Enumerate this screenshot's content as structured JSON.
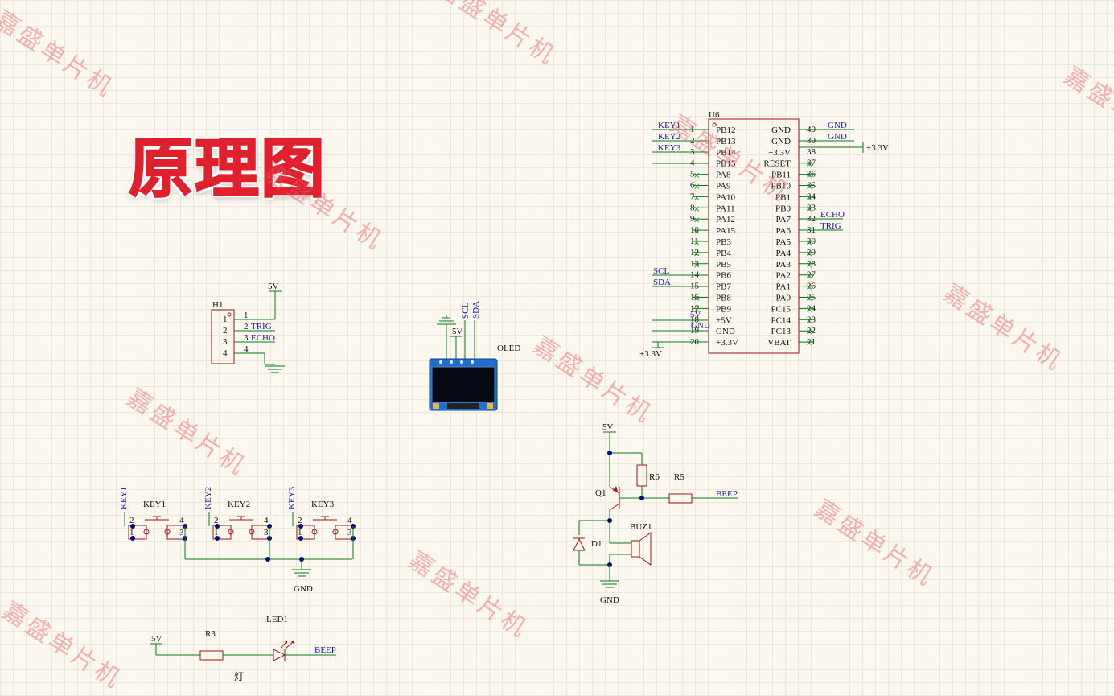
{
  "title": "原理图",
  "watermark": "嘉盛单片机",
  "colors": {
    "title": "#e0202c",
    "wire": "#0a7a1a",
    "body": "#9a1818",
    "net": "#1a1aa8",
    "junction": "#0a0a7a",
    "oled_frame": "#1f6fd1"
  },
  "u6": {
    "designator": "U6",
    "left_nums": [
      "1",
      "2",
      "3",
      "4",
      "5",
      "6",
      "7",
      "8",
      "9",
      "10",
      "11",
      "12",
      "13",
      "14",
      "15",
      "16",
      "17",
      "18",
      "19",
      "20"
    ],
    "left_names": [
      "PB12",
      "PB13",
      "PB14",
      "PB15",
      "PA8",
      "PA9",
      "PA10",
      "PA11",
      "PA12",
      "PA15",
      "PB3",
      "PB4",
      "PB5",
      "PB6",
      "PB7",
      "PB8",
      "PB9",
      "+5V",
      "GND",
      "+3.3V"
    ],
    "right_nums": [
      "40",
      "39",
      "38",
      "37",
      "36",
      "35",
      "34",
      "33",
      "32",
      "31",
      "30",
      "29",
      "28",
      "27",
      "26",
      "25",
      "24",
      "23",
      "22",
      "21"
    ],
    "right_names": [
      "GND",
      "GND",
      "+3.3V",
      "RESET",
      "PB11",
      "PB10",
      "PB1",
      "PB0",
      "PA7",
      "PA6",
      "PA5",
      "PA4",
      "PA3",
      "PA2",
      "PA1",
      "PA0",
      "PC15",
      "PC14",
      "PC13",
      "VBAT"
    ],
    "left_nets": [
      "KEY1",
      "KEY2",
      "KEY3",
      "SCL",
      "SDA",
      "5V",
      "GND"
    ],
    "right_nets": [
      "GND",
      "GND",
      "+3.3V",
      "ECHO",
      "TRIG"
    ],
    "bottom_net": "+3.3V"
  },
  "h1": {
    "designator": "H1",
    "pins": [
      "1",
      "2",
      "3",
      "4"
    ],
    "pin_nums": [
      "1",
      "2",
      "3",
      "4"
    ],
    "nets": [
      "TRIG",
      "ECHO"
    ],
    "power": "5V"
  },
  "oled": {
    "label": "OLED",
    "nets": [
      "5V",
      "SCL",
      "SDA"
    ]
  },
  "keys": [
    {
      "net": "KEY1",
      "name": "KEY1",
      "pins": [
        "2",
        "1",
        "4",
        "3"
      ]
    },
    {
      "net": "KEY2",
      "name": "KEY2",
      "pins": [
        "2",
        "1",
        "4",
        "3"
      ]
    },
    {
      "net": "KEY3",
      "name": "KEY3",
      "pins": [
        "2",
        "1",
        "4",
        "3"
      ]
    }
  ],
  "keys_gnd": "GND",
  "buzzer": {
    "power": "5V",
    "r6": "R6",
    "r5": "R5",
    "q1": "Q1",
    "d1": "D1",
    "buz": "BUZ1",
    "net": "BEEP",
    "gnd": "GND"
  },
  "led": {
    "power": "5V",
    "r3": "R3",
    "led": "LED1",
    "net": "BEEP",
    "caption": "灯"
  }
}
